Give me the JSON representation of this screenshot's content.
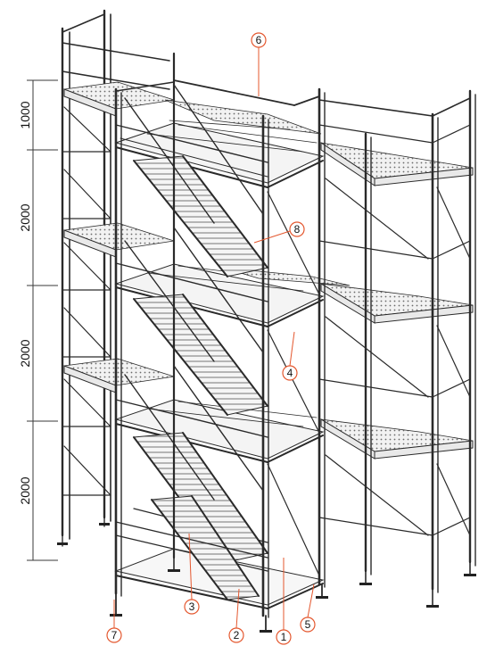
{
  "dimensions": [
    {
      "label": "1000"
    },
    {
      "label": "2000"
    },
    {
      "label": "2000"
    },
    {
      "label": "2000"
    }
  ],
  "callouts": [
    {
      "label": "6"
    },
    {
      "label": "8"
    },
    {
      "label": "4"
    },
    {
      "label": "3"
    },
    {
      "label": "7"
    },
    {
      "label": "2"
    },
    {
      "label": "1"
    },
    {
      "label": "5"
    }
  ],
  "colors": {
    "callout": "#e4572e",
    "line": "#2a2a2a"
  }
}
